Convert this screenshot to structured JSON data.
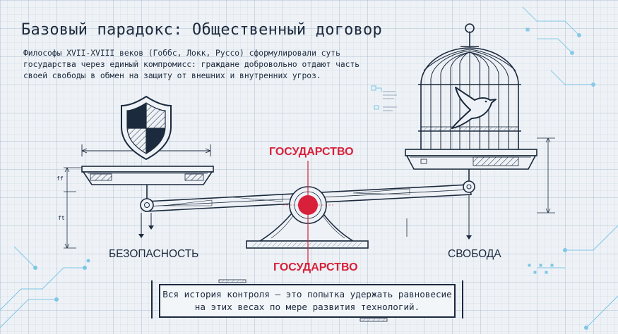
{
  "header": {
    "title": "Базовый парадокс: Общественный договор",
    "subtitle": "Философы XVII-XVIII веков (Гоббс, Локк, Руссо) сформулировали суть государства через единый компромисс: граждане добровольно отдают часть своей свободы в обмен на защиту от внешних и внутренних угроз."
  },
  "diagram": {
    "left_label": "БЕЗОПАСНОСТЬ",
    "right_label": "СВОБОДА",
    "pivot_label_top": "ГОСУДАРСТВО",
    "pivot_label_bottom": "ГОСУДАРСТВО",
    "left_icon": "shield-icon",
    "right_icon": "bird-cage-icon",
    "accent_color": "#d8203a",
    "ink_color": "#1c2a3e",
    "dim_left_mark_1": "ff",
    "dim_left_mark_2": "ft"
  },
  "footer": {
    "quote": "Вся история контроля — это попытка удержать равновесие\nна этих весах по мере развития технологий."
  }
}
